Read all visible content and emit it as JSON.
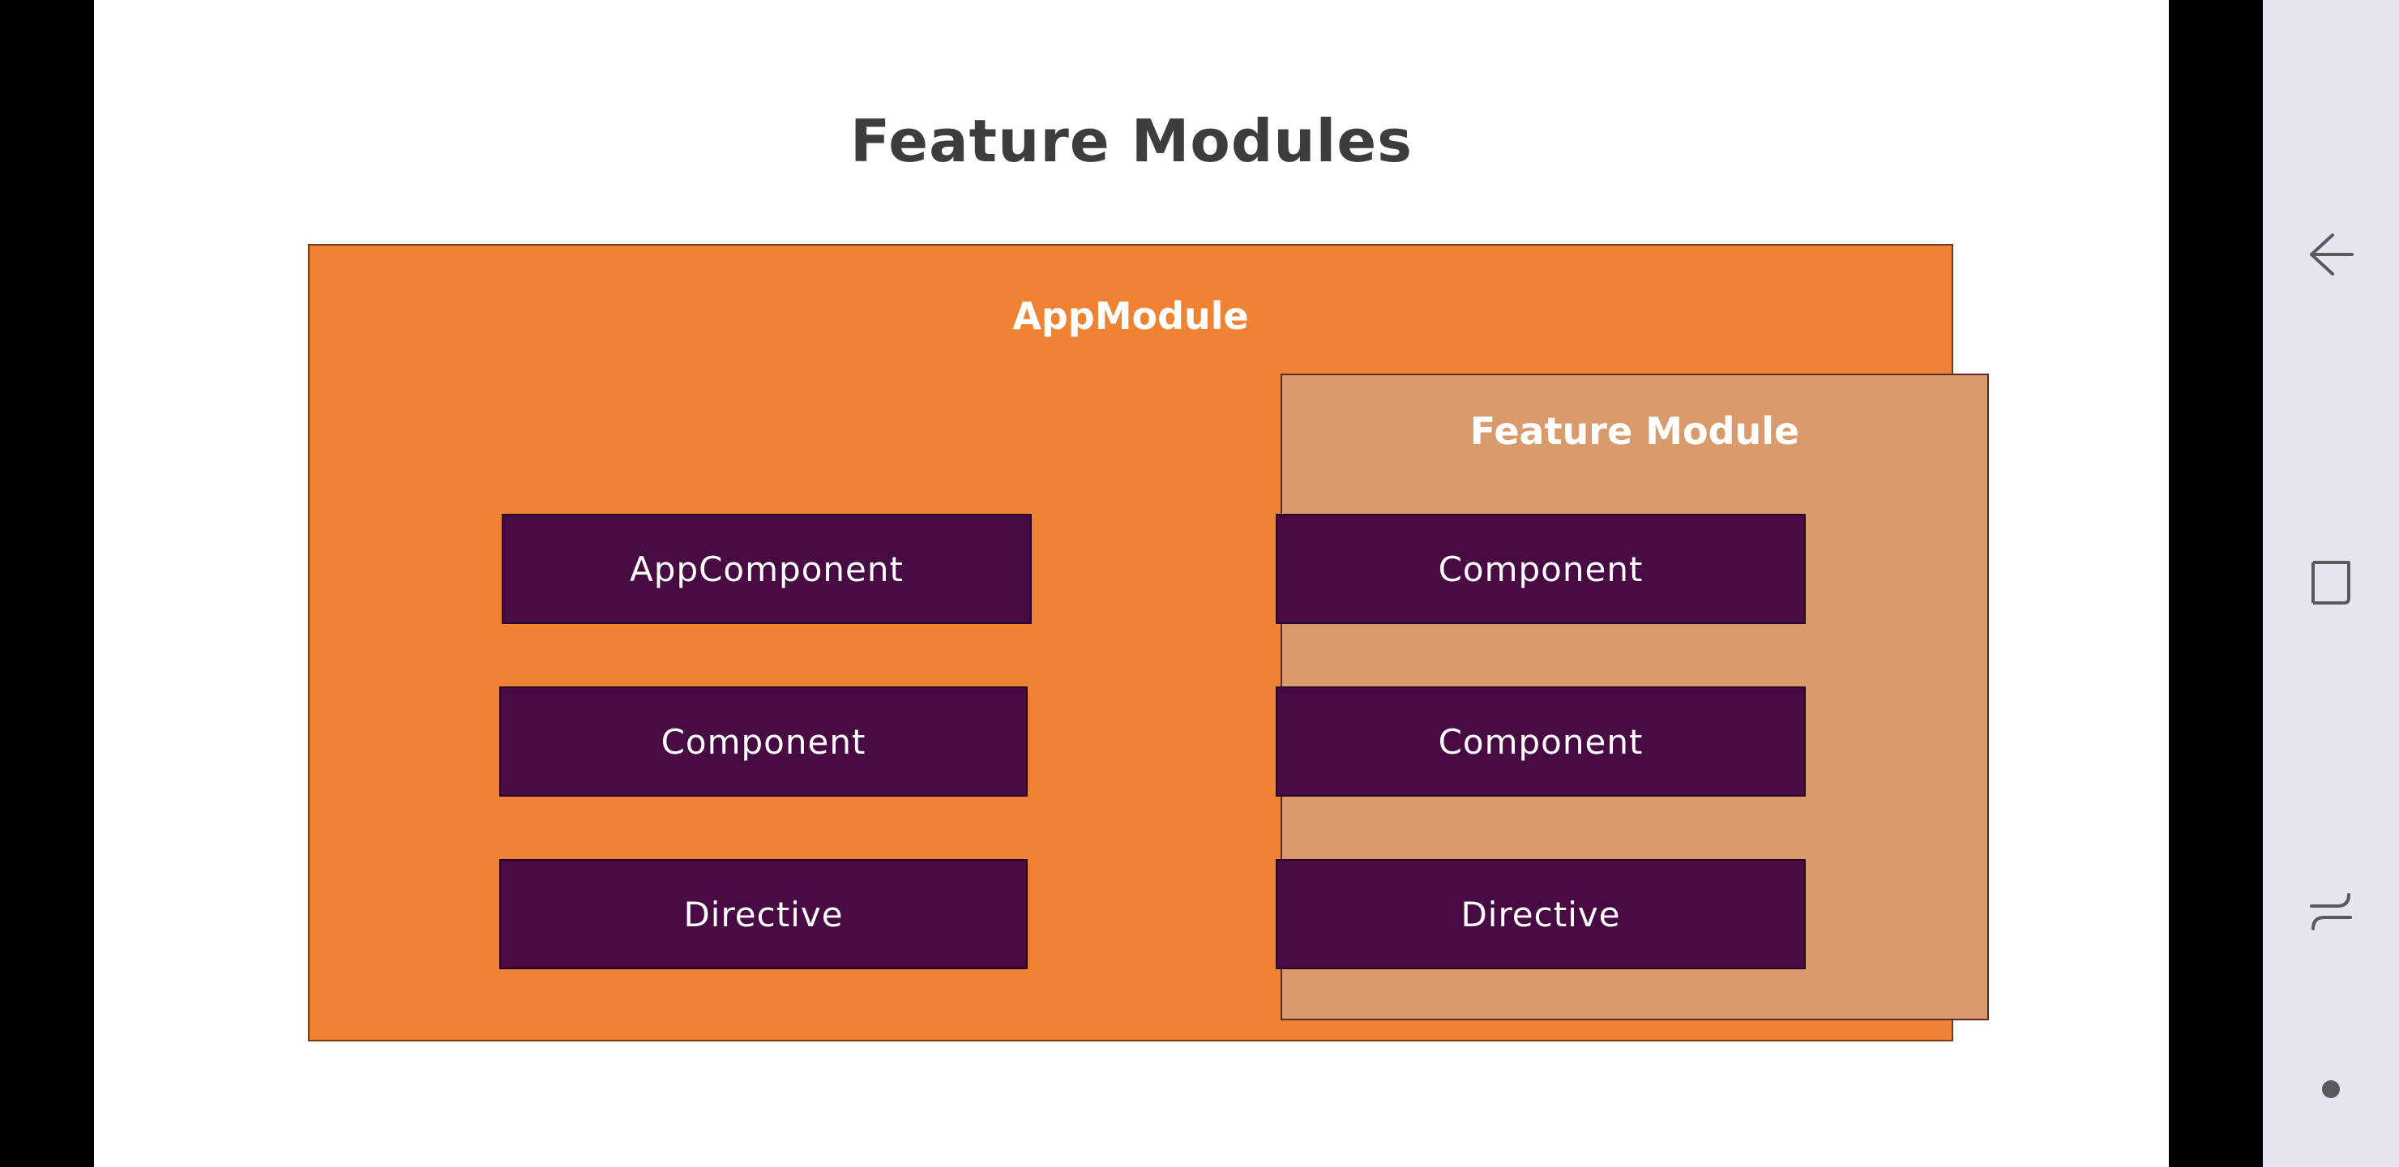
{
  "slide": {
    "title": "Feature Modules",
    "app_module": {
      "label": "AppModule",
      "items": [
        "AppComponent",
        "Component",
        "Directive"
      ]
    },
    "feature_module": {
      "label": "Feature Module",
      "items": [
        "Component",
        "Component",
        "Directive"
      ]
    }
  },
  "colors": {
    "app_module_fill": "#f08233",
    "feature_module_fill": "#d99a6c",
    "box_fill": "#470a42",
    "nav_bar": "#e5e6ee"
  },
  "navbar": {
    "buttons": [
      "back-icon",
      "recent-apps-icon",
      "home-icon",
      "assistant-dot-icon"
    ]
  }
}
